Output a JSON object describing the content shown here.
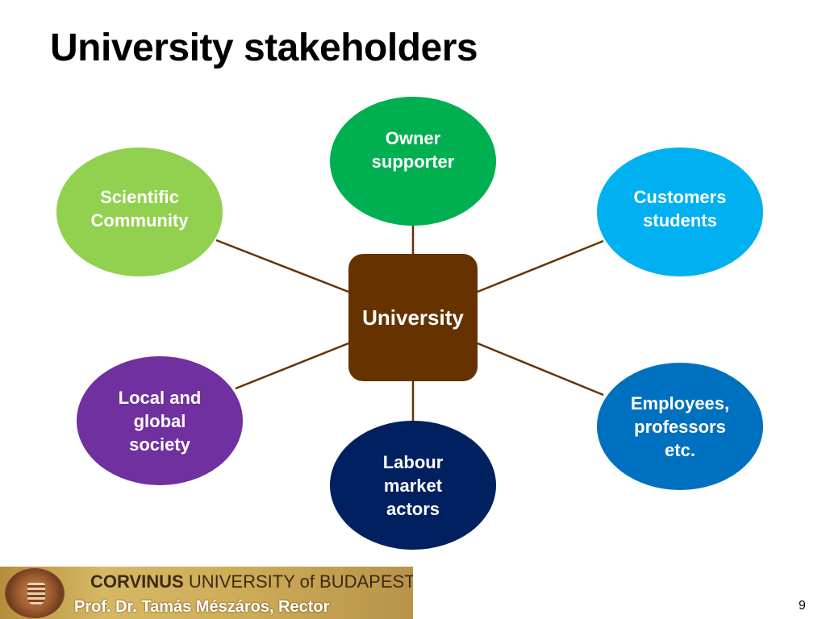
{
  "slide": {
    "title": "University stakeholders",
    "page_number": "9"
  },
  "diagram": {
    "center": {
      "label": "University",
      "color": "#663300"
    },
    "nodes": [
      {
        "id": "owner",
        "label": "Owner\nsupporter",
        "color": "#00b050"
      },
      {
        "id": "customers",
        "label": "Customers\nstudents",
        "color": "#00b0f0"
      },
      {
        "id": "employees",
        "label": "Employees,\nprofessors\netc.",
        "color": "#0070c0"
      },
      {
        "id": "labour",
        "label": "Labour\nmarket\nactors",
        "color": "#002060"
      },
      {
        "id": "local",
        "label": "Local and\nglobal\nsociety",
        "color": "#7030a0"
      },
      {
        "id": "scientific",
        "label": "Scientific\nCommunity",
        "color": "#92d050"
      }
    ],
    "connector_color": "#663300"
  },
  "footer": {
    "logo_bold": "CORVINUS",
    "logo_rest": " UNIVERSITY of BUDAPEST",
    "presenter": "Prof. Dr. Tamás Mészáros, Rector"
  }
}
